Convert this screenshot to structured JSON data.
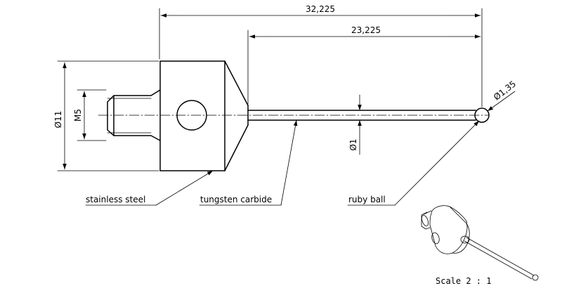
{
  "dimensions": {
    "overall_length": "32,225",
    "stem_length": "23,225",
    "body_diameter": "Ø11",
    "thread": "M5",
    "stem_diameter": "Ø1",
    "ball_diameter": "Ø1,35"
  },
  "callouts": {
    "body_material": "stainless steel",
    "stem_material": "tungsten carbide",
    "tip_material": "ruby ball"
  },
  "scale_note": "Scale 2 : 1"
}
